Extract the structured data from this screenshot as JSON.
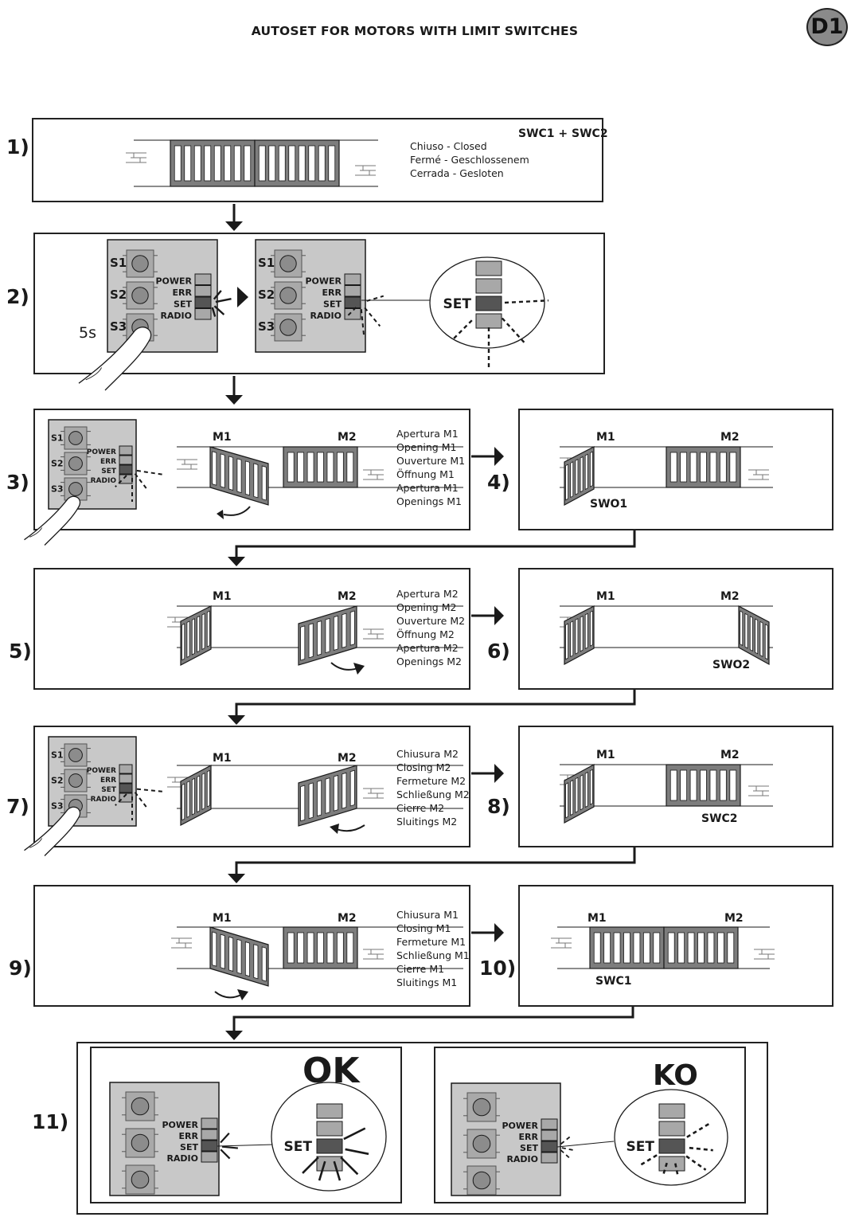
{
  "header": {
    "title": "AUTOSET FOR MOTORS WITH LIMIT SWITCHES",
    "badge": "D1"
  },
  "steps": {
    "s1": "1)",
    "s2": "2)",
    "s3": "3)",
    "s4": "4)",
    "s5": "5)",
    "s6": "6)",
    "s7": "7)",
    "s8": "8)",
    "s9": "9)",
    "s10": "10)",
    "s11": "11)"
  },
  "step1": {
    "switches": "SWC1 + SWC2",
    "status": [
      "Chiuso - Closed",
      "Fermé - Geschlossenem",
      "Cerrada - Gesloten"
    ]
  },
  "board": {
    "buttons": [
      "S1",
      "S2",
      "S3"
    ],
    "leds": [
      "POWER",
      "ERR",
      "SET",
      "RADIO"
    ],
    "hold_time": "5s",
    "set_zoom": "SET"
  },
  "motors": {
    "m1": "M1",
    "m2": "M2"
  },
  "step3": {
    "texts": [
      "Apertura M1",
      "Opening M1",
      "Ouverture M1",
      "Öffnung M1",
      "Apertura M1",
      "Openings M1"
    ]
  },
  "step4": {
    "switch": "SWO1"
  },
  "step5": {
    "texts": [
      "Apertura M2",
      "Opening M2",
      "Ouverture M2",
      "Öffnung M2",
      "Apertura M2",
      "Openings M2"
    ]
  },
  "step6": {
    "switch": "SWO2"
  },
  "step7": {
    "texts": [
      "Chiusura M2",
      "Closing M2",
      "Fermeture M2",
      "Schließung M2",
      "Cierre M2",
      "Sluitings M2"
    ]
  },
  "step8": {
    "switch": "SWC2"
  },
  "step9": {
    "texts": [
      "Chiusura M1",
      "Closing M1",
      "Fermeture M1",
      "Schließung M1",
      "Cierre M1",
      "Sluitings M1"
    ]
  },
  "step10": {
    "switch": "SWC1"
  },
  "step11": {
    "ok": "OK",
    "ko": "KO"
  },
  "colors": {
    "ink": "#1a1a1a",
    "gate": "#7d7d7d",
    "board": "#c8c8c8",
    "button": "#a9a9a9",
    "set_led": "#555555",
    "badge": "#8a8a8a"
  }
}
